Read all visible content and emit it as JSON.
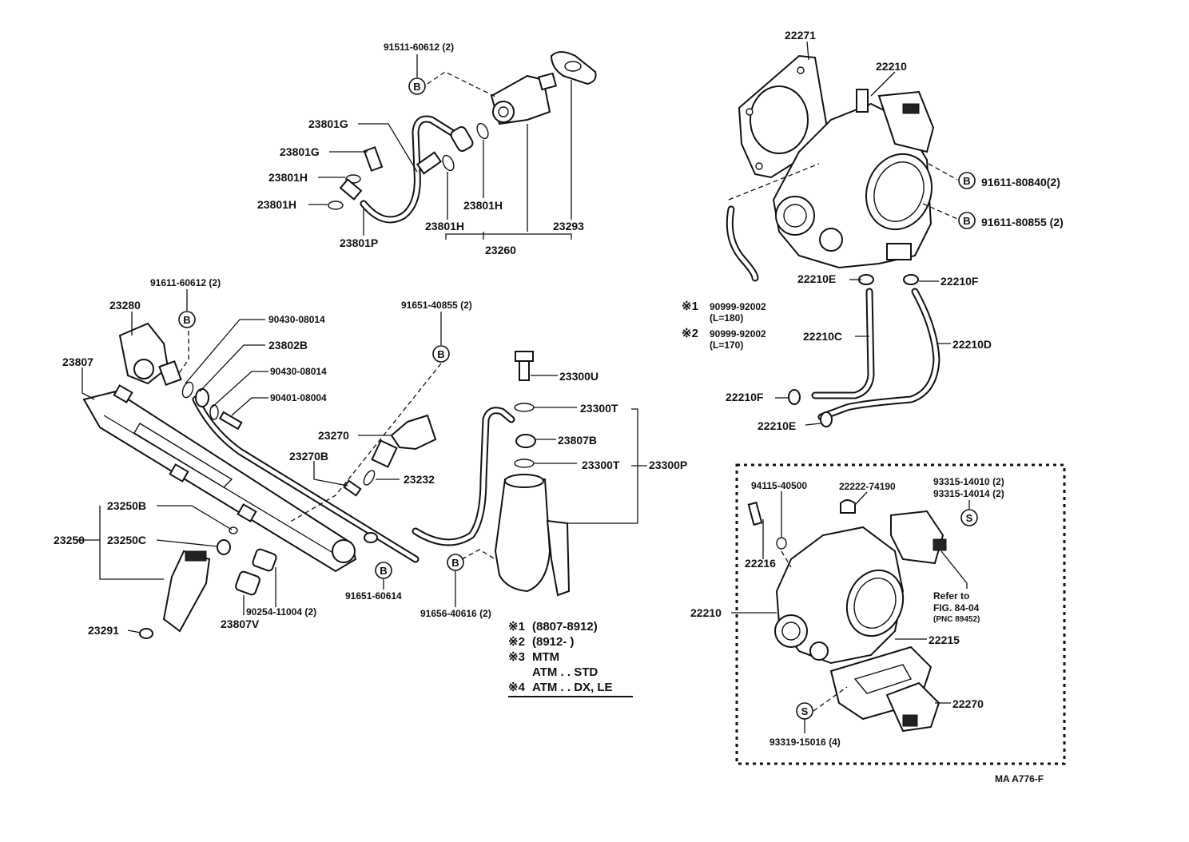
{
  "labels": {
    "l_91511_60612": "91511-60612 (2)",
    "l_23801G_a": "23801G",
    "l_23801G_b": "23801G",
    "l_23801H_a": "23801H",
    "l_23801H_b": "23801H",
    "l_23801H_c": "23801H",
    "l_23801H_d": "23801H",
    "l_23801P": "23801P",
    "l_23260": "23260",
    "l_23293": "23293",
    "l_22271": "22271",
    "l_22210_top": "22210",
    "l_91611_80840": "91611-80840(2)",
    "l_91611_80855": "91611-80855 (2)",
    "l_22210E_a": "22210E",
    "l_22210F_a": "22210F",
    "l_90099_1": "90999-92002",
    "l_L180": "(L=180)",
    "l_90099_2": "90999-92002",
    "l_L170": "(L=170)",
    "l_22210C": "22210C",
    "l_22210D": "22210D",
    "l_22210F_b": "22210F",
    "l_22210E_b": "22210E",
    "l_91611_60612": "91611-60612 (2)",
    "l_23280": "23280",
    "l_23807": "23807",
    "l_90430_08014_a": "90430-08014",
    "l_23802B": "23802B",
    "l_90430_08014_b": "90430-08014",
    "l_90401_08004": "90401-08004",
    "l_91651_40855": "91651-40855 (2)",
    "l_23300U": "23300U",
    "l_23300T_a": "23300T",
    "l_23807B": "23807B",
    "l_23300T_b": "23300T",
    "l_23300P": "23300P",
    "l_23270": "23270",
    "l_23270B": "23270B",
    "l_23232": "23232",
    "l_23250B": "23250B",
    "l_23250": "23250",
    "l_23250C": "23250C",
    "l_23291": "23291",
    "l_90254_11004": "90254-11004 (2)",
    "l_23807V": "23807V",
    "l_91651_60614": "91651-60614",
    "l_91656_40616": "91656-40616 (2)",
    "l_94115_40500": "94115-40500",
    "l_22222_74190": "22222-74190",
    "l_93315_14010": "93315-14010 (2)",
    "l_93315_14014": "93315-14014 (2)",
    "l_22216": "22216",
    "l_refer_to": "Refer to",
    "l_fig": "FIG. 84-04",
    "l_pnc": "(PNC 89452)",
    "l_22210_kit": "22210",
    "l_22215": "22215",
    "l_22270": "22270",
    "l_93319_15016": "93319-15016 (4)",
    "l_code": "MA  A776-F"
  },
  "markers": {
    "b": "B",
    "s": "S"
  },
  "notes": {
    "n1_sym": "※1",
    "n1_txt": "(8807-8912)",
    "n2_sym": "※2",
    "n2_txt": "(8912-        )",
    "n3_sym": "※3",
    "n3_a": "MTM",
    "n3_b": "ATM . . STD",
    "n4_sym": "※4",
    "n4_txt": "ATM . . DX, LE",
    "hose1_sym": "※1",
    "hose2_sym": "※2"
  }
}
